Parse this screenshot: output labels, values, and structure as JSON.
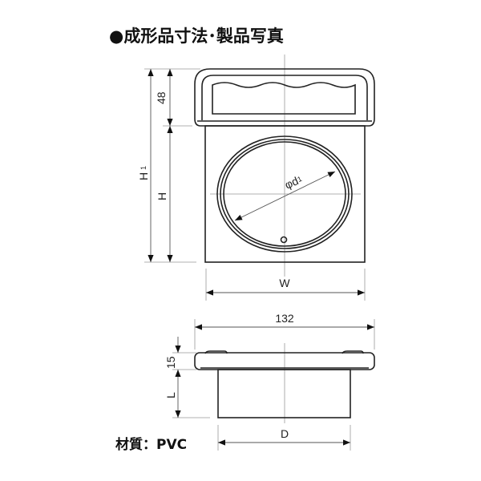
{
  "title": "●成形品寸法･製品写真",
  "material": "材質：PVC",
  "dimensions": {
    "handle_height": "48",
    "total_height": "H",
    "total_height_sub": "1",
    "body_height": "H",
    "width": "W",
    "inner_diameter": "φd",
    "inner_diameter_sub": "1",
    "flange_width": "132",
    "flange_thickness": "15",
    "length": "L",
    "outer_diameter": "D"
  }
}
